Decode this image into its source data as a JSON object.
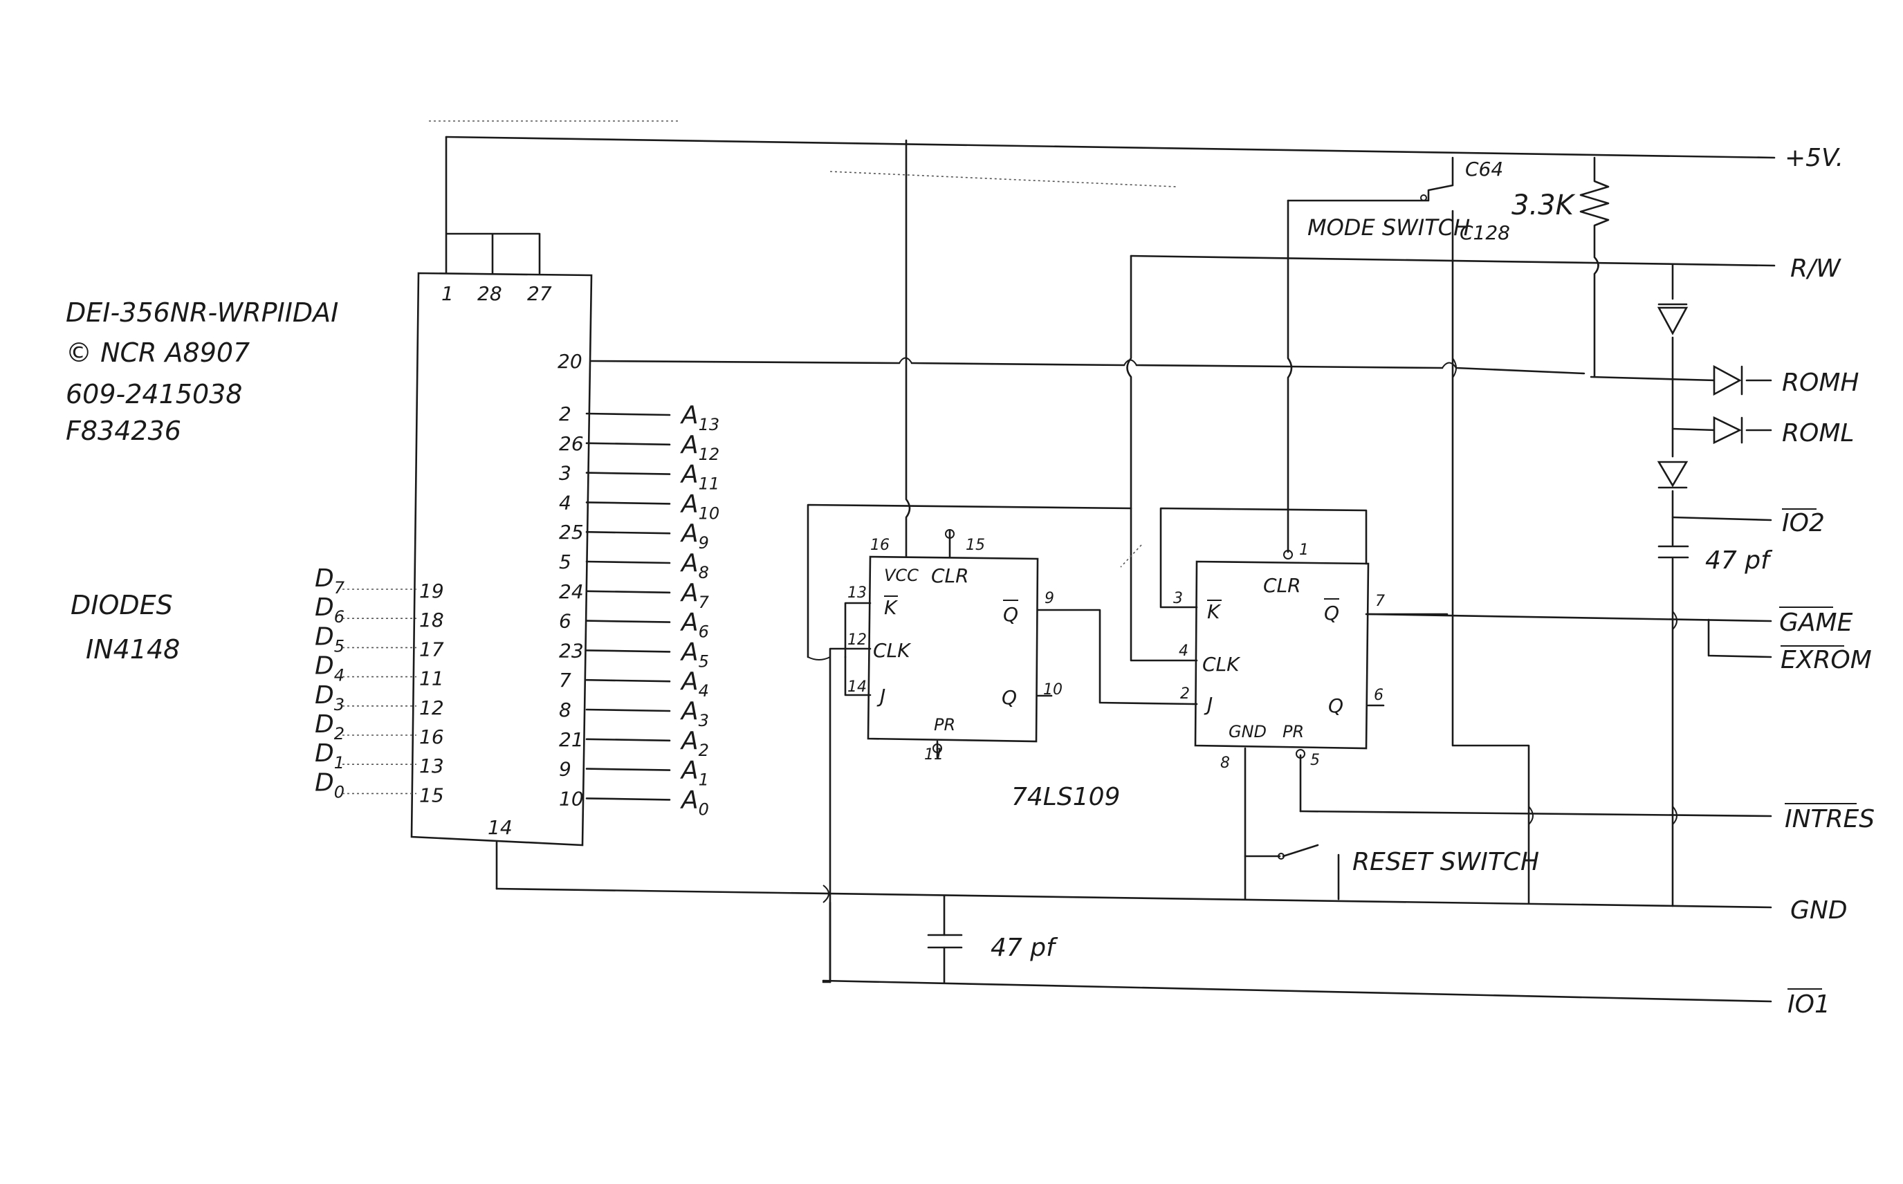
{
  "notes": {
    "chip_id": "DEI-356NR-WRPIIDAI",
    "copyright": "© NCR A8907",
    "part_no": "609-2415038",
    "serial": "F834236",
    "diodes_title": "DIODES",
    "diodes_type": "IN4148"
  },
  "rom": {
    "top_pins": [
      "1",
      "28",
      "27"
    ],
    "pin_20": "20",
    "pin_14": "14",
    "address_pins": [
      "2",
      "26",
      "3",
      "4",
      "25",
      "5",
      "24",
      "6",
      "23",
      "7",
      "8",
      "21",
      "9",
      "10"
    ],
    "address_labels": [
      "A13",
      "A12",
      "A11",
      "A10",
      "A9",
      "A8",
      "A7",
      "A6",
      "A5",
      "A4",
      "A3",
      "A2",
      "A1",
      "A0"
    ],
    "data_labels": [
      "D7",
      "D6",
      "D5",
      "D4",
      "D3",
      "D2",
      "D1",
      "D0"
    ],
    "data_pins": [
      "19",
      "18",
      "17",
      "11",
      "12",
      "16",
      "13",
      "15"
    ]
  },
  "ff1": {
    "vcc": "VCC",
    "clr": "CLR",
    "k": "K",
    "clk": "CLK",
    "j": "J",
    "qbar": "Q",
    "q": "Q",
    "pr": "PR",
    "pin_vcc": "16",
    "pin_clr": "15",
    "pin_k": "13",
    "pin_clk": "12",
    "pin_j": "14",
    "pin_qbar": "9",
    "pin_q": "10",
    "pin_pr": "11"
  },
  "ff2": {
    "clr": "CLR",
    "k": "K",
    "clk": "CLK",
    "j": "J",
    "qbar": "Q",
    "q": "Q",
    "gnd": "GND",
    "pr": "PR",
    "pin_clr": "1",
    "pin_k": "3",
    "pin_clk": "4",
    "pin_j": "2",
    "pin_qbar": "7",
    "pin_q": "6",
    "pin_gnd": "8",
    "pin_pr": "5"
  },
  "chip_label": "74LS109",
  "mode_switch": {
    "label": "MODE SWITCH",
    "c64": "C64",
    "c128": "C128"
  },
  "resistor": "3.3K",
  "cap_right": "47 pf",
  "cap_bottom": "47 pf",
  "reset_switch": "RESET SWITCH",
  "signals": {
    "plus5v": "+5V.",
    "rw": "R/W",
    "romh": "ROMH",
    "roml": "ROML",
    "io2": "IO2",
    "game": "GAME",
    "exrom": "EXROM",
    "intres": "INTRES",
    "gnd": "GND",
    "io1": "IO1"
  }
}
